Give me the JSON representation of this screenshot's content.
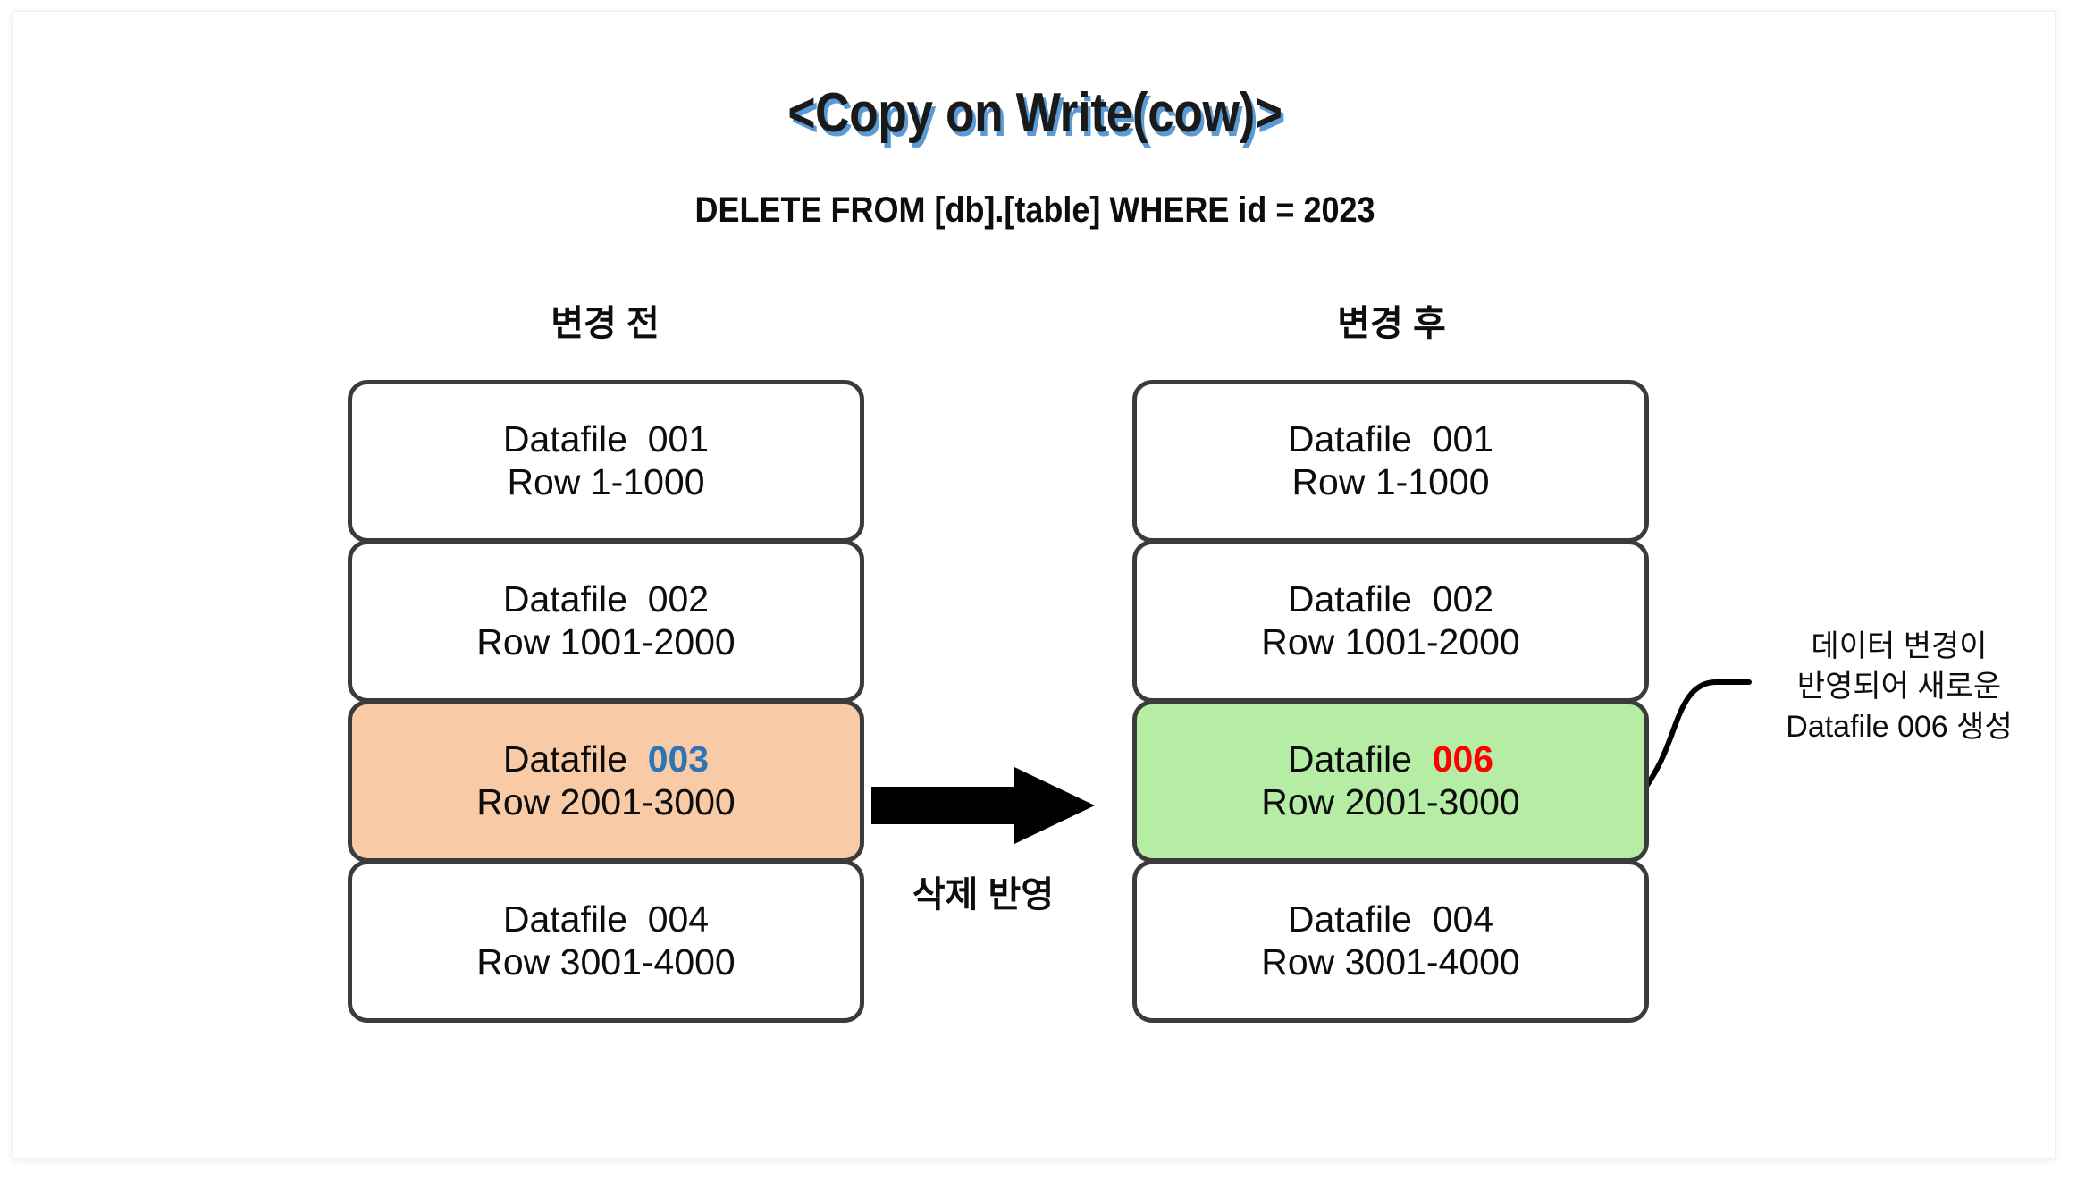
{
  "slide": {
    "title": "<Copy on Write(cow)>",
    "subtitle": "DELETE FROM [db].[table] WHERE id = 2023",
    "title_shadow_color": "#5B9BD5"
  },
  "columns": {
    "before": {
      "header": "변경 전",
      "boxes": [
        {
          "name_prefix": "Datafile",
          "id": "001",
          "rows": "Row 1-1000",
          "fill": "#FFFFFF",
          "id_color": "#0D0D0D",
          "highlight": false
        },
        {
          "name_prefix": "Datafile",
          "id": "002",
          "rows": "Row 1001-2000",
          "fill": "#FFFFFF",
          "id_color": "#0D0D0D",
          "highlight": false
        },
        {
          "name_prefix": "Datafile",
          "id": "003",
          "rows": "Row 2001-3000",
          "fill": "#F8CBA6",
          "id_color": "#2E75B6",
          "highlight": true
        },
        {
          "name_prefix": "Datafile",
          "id": "004",
          "rows": "Row 3001-4000",
          "fill": "#FFFFFF",
          "id_color": "#0D0D0D",
          "highlight": false
        }
      ]
    },
    "after": {
      "header": "변경 후",
      "boxes": [
        {
          "name_prefix": "Datafile",
          "id": "001",
          "rows": "Row 1-1000",
          "fill": "#FFFFFF",
          "id_color": "#0D0D0D",
          "highlight": false
        },
        {
          "name_prefix": "Datafile",
          "id": "002",
          "rows": "Row 1001-2000",
          "fill": "#FFFFFF",
          "id_color": "#0D0D0D",
          "highlight": false
        },
        {
          "name_prefix": "Datafile",
          "id": "006",
          "rows": "Row 2001-3000",
          "fill": "#B5EDA5",
          "id_color": "#FF0000",
          "highlight": true
        },
        {
          "name_prefix": "Datafile",
          "id": "004",
          "rows": "Row 3001-4000",
          "fill": "#FFFFFF",
          "id_color": "#0D0D0D",
          "highlight": false
        }
      ]
    }
  },
  "transform_arrow": {
    "label": "삭제 반영",
    "direction": "right",
    "color": "#000000"
  },
  "annotation": {
    "lines": [
      "데이터 변경이",
      "반영되어 새로운",
      "Datafile 006 생성"
    ],
    "target": "after-box-006"
  }
}
